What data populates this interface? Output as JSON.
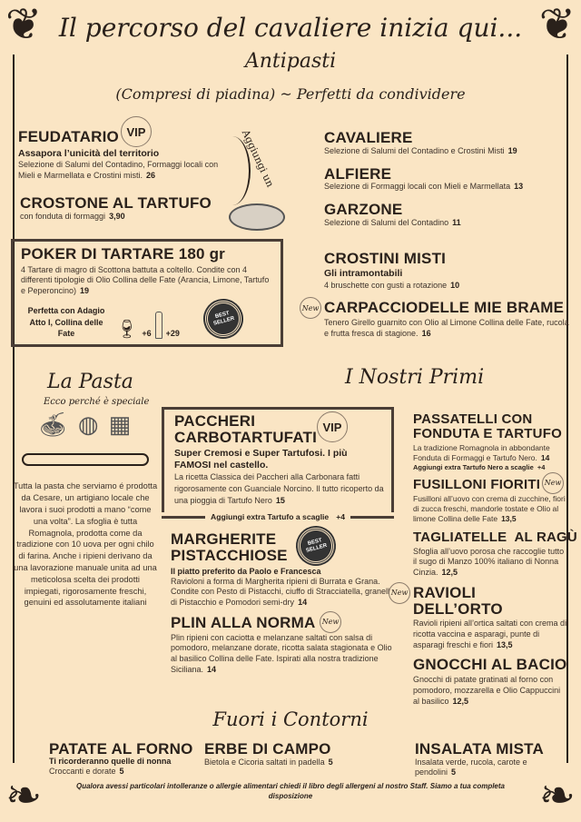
{
  "title": "Il percorso del cavaliere inizia qui...",
  "antipasti": {
    "heading": "Antipasti",
    "subheading": "(Compresi di piadina) ~ Perfetti da condividere",
    "feudatario": {
      "name": "FEUDATARIO",
      "badge": "VIP",
      "tagline": "Assapora l’unicità del territorio",
      "desc": "Selezione di Salumi del Contadino, Formaggi locali con Mieli e Marmellata e Crostini misti.",
      "price": "26"
    },
    "aggiungi": "Aggiungi un",
    "crostone": {
      "name": "CROSTONE AL TARTUFO",
      "desc": "con fonduta di formaggi",
      "price": "3,90"
    },
    "poker": {
      "name": "POKER DI TARTARE 180 gr",
      "desc": "4 Tartare di magro di Scottona battuta a coltello. Condite con 4 differenti tipologie di Olio Collina delle Fate (Arancia, Limone, Tartufo e Peperoncino)",
      "price": "19",
      "pairing": "Perfetta con Adagio Atto I, Collina delle Fate",
      "glass_price": "+6",
      "bottle_price": "+29",
      "badge": "BEST SELLER"
    },
    "cavaliere": {
      "name": "CAVALIERE",
      "desc": "Selezione di Salumi del Contadino e Crostini Misti",
      "price": "19"
    },
    "alfiere": {
      "name": "ALFIERE",
      "desc": "Selezione di Formaggi locali con Mieli e Marmellata",
      "price": "13"
    },
    "garzone": {
      "name": "GARZONE",
      "desc": "Selezione di Salumi del Contadino",
      "price": "11"
    },
    "crostini": {
      "name": "CROSTINI MISTI",
      "tagline": "Gli intramontabili",
      "desc": "4 bruschette con gusti a rotazione",
      "price": "10"
    },
    "carpaccio": {
      "name": "CARPACCIODELLE MIE BRAME",
      "badge": "New",
      "desc": "Tenero Girello guarnito con Olio al Limone Collina delle Fate, rucola e frutta fresca di stagione.",
      "price": "16"
    }
  },
  "pasta": {
    "heading": "La Pasta",
    "subheading": "Ecco perché è speciale",
    "text": "Tutta la pasta che serviamo é prodotta da Cesare, un artigiano locale che lavora i suoi prodotti a mano “come una volta”. La sfoglia è tutta Romagnola, prodotta come da tradizione con 10 uova per ogni chilo di farina. Anche i ripieni derivano da una lavorazione manuale unita ad una meticolosa scelta dei prodotti impiegati, rigorosamente freschi, genuini ed assolutamente italiani"
  },
  "primi": {
    "heading": "I Nostri Primi",
    "paccheri": {
      "name": "PACCHERI CARBOTARTUFATI",
      "badge": "VIP",
      "tagline": "Super Cremosi e Super Tartufosi. I più FAMOSI nel castello.",
      "desc": "La ricetta Classica dei Paccheri alla Carbonara fatti rigorosamente con Guanciale Norcino. Il tutto ricoperto da una pioggia di Tartufo Nero",
      "price": "15",
      "extra": "Aggiungi extra Tartufo a scaglie",
      "extra_price": "+4"
    },
    "margherite": {
      "name": "MARGHERITE PISTACCHIOSE",
      "badge": "BEST SELLER",
      "tagline": "Il piatto preferito da Paolo e Francesca",
      "desc": "Ravioloni a forma di Margherita ripieni di Burrata e Grana. Condite con Pesto di Pistacchi, ciuffo di Stracciatella, granella di Pistacchio e Pomodori semi-dry",
      "price": "14"
    },
    "plin": {
      "name": "PLIN ALLA NORMA",
      "badge": "New",
      "desc": "Plin ripieni con caciotta e melanzane saltati con salsa di pomodoro, melanzane dorate, ricotta salata stagionata e Olio al basilico Collina delle Fate. Ispirati alla nostra tradizione Siciliana.",
      "price": "14"
    },
    "passatelli": {
      "name": "PASSATELLI CON FONDUTA E TARTUFO",
      "desc": "La tradizione Romagnola in abbondante Fonduta di Formaggi e Tartufo Nero.",
      "price": "14",
      "extra": "Aggiungi extra Tartufo Nero a scaglie",
      "extra_price": "+4"
    },
    "fusilloni": {
      "name": "FUSILLONI FIORITI",
      "badge": "New",
      "desc": "Fusilloni all’uovo con crema di zucchine, fiori di zucca freschi, mandorle tostate e Olio al limone Collina delle Fate",
      "price": "13,5"
    },
    "tagliatelle": {
      "name": "TAGLIATELLE  AL RAGÙ",
      "desc": "Sfoglia all’uovo porosa che raccoglie tutto il sugo di Manzo 100% italiano di Nonna Cinzia.",
      "price": "12,5"
    },
    "ravioli": {
      "name": "RAVIOLI DELL’ORTO",
      "badge": "New",
      "desc": "Ravioli ripieni all’ortica saltati con crema di ricotta vaccina e asparagi, punte di asparagi freschi e fiori",
      "price": "13,5"
    },
    "gnocchi": {
      "name": "GNOCCHI AL BACIO",
      "desc": "Gnocchi di patate gratinati al forno con pomodoro, mozzarella e Olio Cappuccini al basilico",
      "price": "12,5"
    }
  },
  "contorni": {
    "heading": "Fuori i Contorni",
    "patate": {
      "name": "PATATE AL FORNO",
      "tagline": "Ti ricorderanno quelle di nonna",
      "desc": "Croccanti e dorate",
      "price": "5"
    },
    "erbe": {
      "name": "ERBE DI CAMPO",
      "desc": "Bietola e Cicoria saltati in padella",
      "price": "5"
    },
    "insalata": {
      "name": "INSALATA MISTA",
      "desc": "Insalata verde, rucola, carote e pendolini",
      "price": "5"
    }
  },
  "footer": "Qualora avessi particolari intolleranze o allergie alimentari chiedi il libro degli allergeni al nostro Staff. Siamo a tua completa disposizione"
}
